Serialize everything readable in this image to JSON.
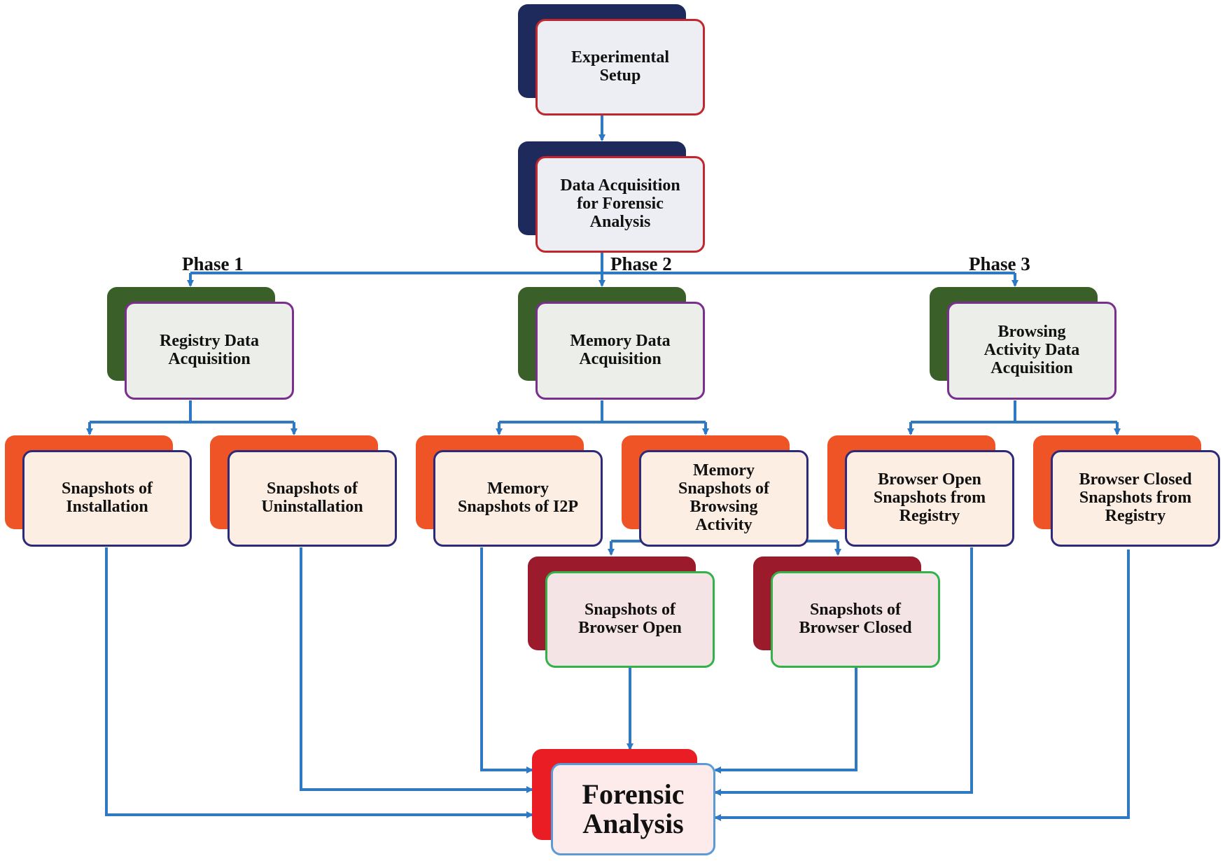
{
  "nodes": {
    "experimental_setup": "Experimental\nSetup",
    "data_acquisition": "Data Acquisition\nfor Forensic\nAnalysis",
    "registry": "Registry Data\nAcquisition",
    "memory": "Memory Data\nAcquisition",
    "browsing": "Browsing\nActivity Data\nAcquisition",
    "installation": "Snapshots of\nInstallation",
    "uninstallation": "Snapshots of\nUninstallation",
    "memory_i2p": "Memory\nSnapshots of I2P",
    "memory_browsing": "Memory\nSnapshots of\nBrowsing\nActivity",
    "browser_open_registry": "Browser Open\nSnapshots from\nRegistry",
    "browser_closed_registry": "Browser Closed\nSnapshots from\nRegistry",
    "browser_open": "Snapshots of\nBrowser Open",
    "browser_closed": "Snapshots of\nBrowser Closed",
    "forensic_analysis": "Forensic\nAnalysis"
  },
  "phases": {
    "phase1": "Phase 1",
    "phase2": "Phase 2",
    "phase3": "Phase 3"
  },
  "colors": {
    "connector": "#2f78c4",
    "navy": "#1f2a5c",
    "dark_green": "#3a5f28",
    "orange": "#ee5426",
    "maroon": "#9b1b2c",
    "red": "#ea1d25"
  }
}
